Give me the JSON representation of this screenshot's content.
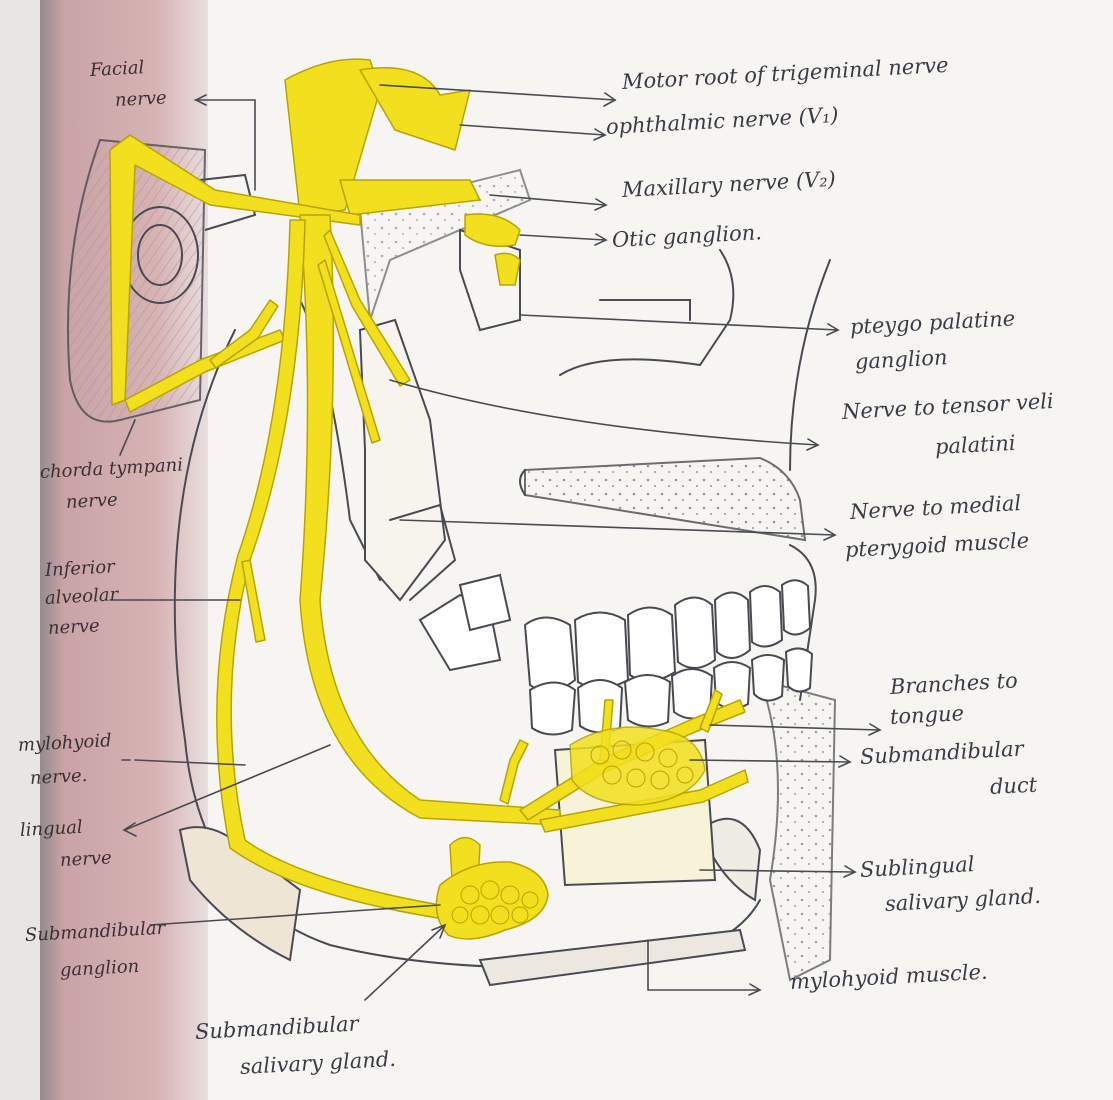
{
  "colors": {
    "nerve": "#f2e01e",
    "nerve_outline": "#b8a400",
    "pencil": "#4a4a52",
    "paper": "#f6f5f1",
    "skin_strip": "#c79a9e"
  },
  "labels": {
    "right": {
      "motor_root": "Motor root of trigeminal nerve",
      "ophthalmic": "ophthalmic nerve (V₁)",
      "maxillary": "Maxillary nerve (V₂)",
      "otic": "Otic ganglion.",
      "pterygo_1": "pteygo palatine",
      "pterygo_2": "ganglion",
      "tensor_1": "Nerve to tensor veli",
      "tensor_2": "palatini",
      "medial_1": "Nerve to medial",
      "medial_2": "pterygoid muscle",
      "branches_1": "Branches to",
      "branches_2": "tongue",
      "submand_duct_1": "Submandibular",
      "submand_duct_2": "duct",
      "sublingual_1": "Sublingual",
      "sublingual_2": "salivary gland.",
      "mylohyoid_muscle": "mylohyoid muscle."
    },
    "left": {
      "facial_1": "Facial",
      "facial_2": "nerve",
      "chorda_1": "chorda tympani",
      "chorda_2": "nerve",
      "inf_alv_1": "Inferior",
      "inf_alv_2": "alveolar",
      "inf_alv_3": "nerve",
      "mylohyoid_1": "mylohyoid",
      "mylohyoid_2": "nerve.",
      "lingual_1": "lingual",
      "lingual_2": "nerve",
      "submand_gang_1": "Submandibular",
      "submand_gang_2": "ganglion"
    },
    "bottom": {
      "submand_gland_1": "Submandibular",
      "submand_gland_2": "salivary gland."
    }
  }
}
